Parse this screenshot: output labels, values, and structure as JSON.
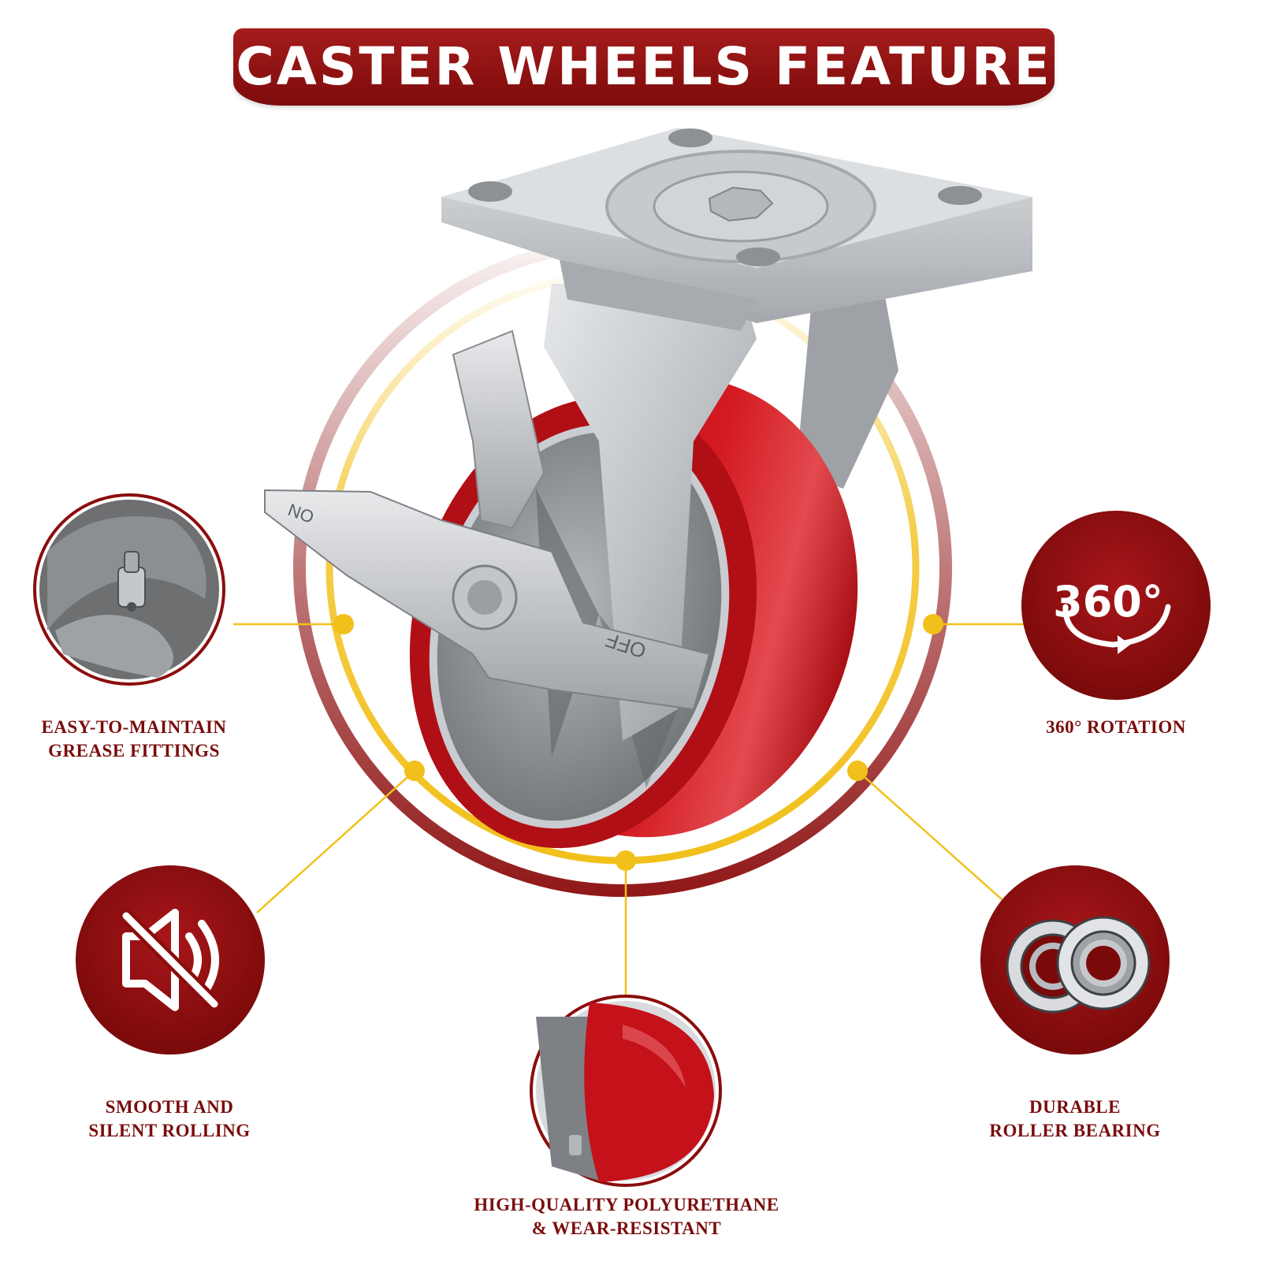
{
  "title": "CASTER WHEELS FEATURE",
  "product": {
    "name": "caster-wheel",
    "brake_on_label": "ON",
    "brake_off_label": "OFF"
  },
  "features": {
    "grease": {
      "line1": "EASY-TO-MAINTAIN",
      "line2": "GREASE FITTINGS",
      "icon": "grease-fitting-photo"
    },
    "rotation": {
      "line1": "360° ROTATION",
      "badge_text": "360°",
      "icon": "rotation-360-icon"
    },
    "silent": {
      "line1": "SMOOTH AND",
      "line2": "SILENT ROLLING",
      "icon": "mute-speaker-icon"
    },
    "bearing": {
      "line1": "DURABLE",
      "line2": "ROLLER BEARING",
      "icon": "roller-bearing-photo"
    },
    "polyurethane": {
      "line1": "HIGH-QUALITY POLYURETHANE",
      "line2": "& WEAR-RESISTANT",
      "icon": "polyurethane-wheel-photo"
    }
  },
  "colors": {
    "brand_red": "#8b0d0d",
    "accent_yellow": "#f2c01b",
    "wheel_red": "#c0121a",
    "steel": "#c9ccd0"
  }
}
